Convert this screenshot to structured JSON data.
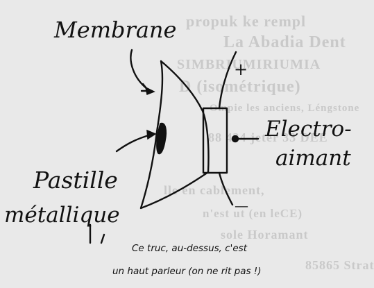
{
  "labels": {
    "membrane": "Membrane",
    "pastille_line1": "Pastille",
    "pastille_line2": "métallique",
    "electro_line1": "Electro-",
    "electro_line2": "aimant",
    "plus": "+",
    "minus": "—"
  },
  "caption": {
    "line1": "Ce truc, au-dessus, c'est",
    "line2": "un haut parleur (on ne rit pas !)"
  },
  "background_text": [
    "propuk ke rempl",
    "La Abadia Dent",
    "SIMBRIUMIRIUMIA",
    "D (isométrique)",
    "Ompie les anciens, Léngstone",
    "88 434 jeter 33 DEE",
    "lle en cablement,",
    "n'est ut (en leCE)",
    "sole Horamant",
    "85865 Strat"
  ],
  "colors": {
    "ink": "#111111",
    "paper": "#e9e9e9",
    "ghost_text": "#c9c9c9"
  }
}
